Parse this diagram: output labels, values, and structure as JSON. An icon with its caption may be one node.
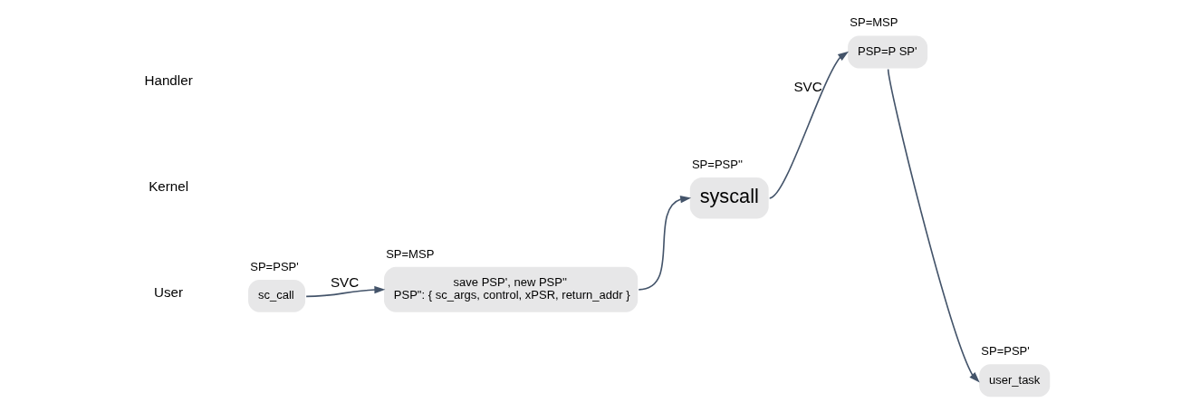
{
  "diagram": {
    "nodes": [
      {
        "text": [
          "sc_call"
        ],
        "beside": [
          "SP=PSP'"
        ]
      },
      {
        "text": [
          "save PSP', new PSP''",
          "PSP\": { sc_args, control, xPSR, return_addr }"
        ],
        "beside": [
          "SP=MSP"
        ]
      },
      {
        "text": [
          "syscall"
        ],
        "beside": [
          "SP=PSP''"
        ]
      },
      {
        "text": [
          "PSP=P SP'"
        ],
        "beside": [
          "SP=MSP"
        ]
      },
      {
        "text": [
          "user_task"
        ],
        "beside": [
          "SP=PSP'"
        ]
      }
    ],
    "edges": [
      {
        "from": 0,
        "to": 1,
        "arrow": "to",
        "label": "SVC"
      },
      {
        "from": 1,
        "to": 2,
        "arrow": "to"
      },
      {
        "from": 2,
        "to": 3,
        "arrow": "to",
        "label": "SVC"
      },
      {
        "from": 3,
        "to": 4,
        "arrow": "to"
      }
    ],
    "labels": [
      "Handler",
      "Kernel",
      "User"
    ]
  }
}
